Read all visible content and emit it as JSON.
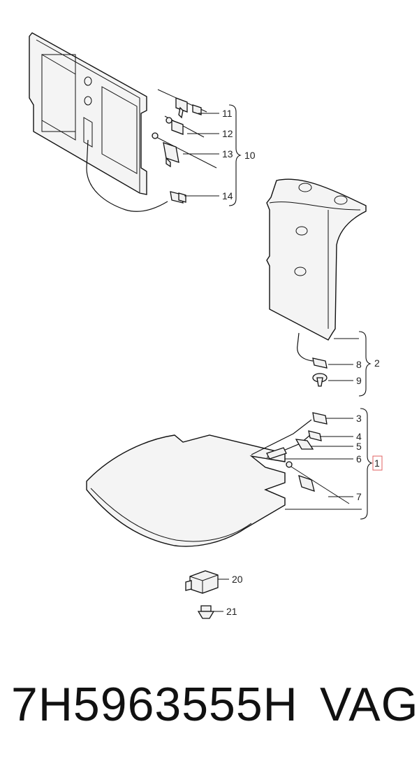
{
  "callouts": {
    "n1": "1",
    "n2": "2",
    "n3": "3",
    "n4": "4",
    "n5": "5",
    "n6": "6",
    "n7": "7",
    "n8": "8",
    "n9": "9",
    "n10": "10",
    "n11": "11",
    "n12": "12",
    "n13": "13",
    "n14": "14",
    "n20": "20",
    "n21": "21"
  },
  "footer": {
    "part_number": "7H5963555H",
    "brand": "VAG"
  },
  "colors": {
    "line": "#111111",
    "highlight": "#e06060"
  }
}
